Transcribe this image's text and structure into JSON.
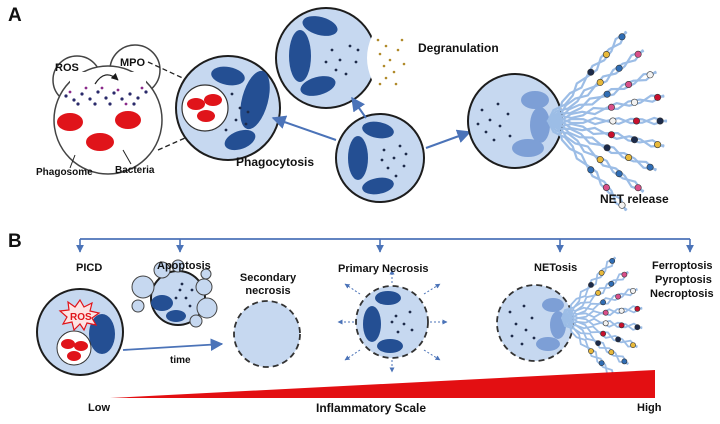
{
  "panels": {
    "a": "A",
    "b": "B"
  },
  "top": {
    "phagosome_inset": {
      "ros": "ROS",
      "mpo": "MPO",
      "phagosome": "Phagosome",
      "bacteria": "Bacteria"
    },
    "processes": {
      "phagocytosis": "Phagocytosis",
      "degranulation": "Degranulation",
      "net_release": "NET release"
    }
  },
  "bottom": {
    "cell_death_types": {
      "picd": "PICD",
      "apoptosis": "Apoptosis",
      "secondary_necrosis_line1": "Secondary",
      "secondary_necrosis_line2": "necrosis",
      "primary_necrosis": "Primary Necrosis",
      "netosis": "NETosis",
      "ferroptosis": "Ferroptosis",
      "pyroptosis": "Pyroptosis",
      "necroptosis": "Necroptosis"
    },
    "ros_burst": "ROS",
    "time": "time",
    "scale": {
      "low": "Low",
      "title": "Inflammatory Scale",
      "high": "High"
    }
  },
  "colors": {
    "cell_fill": "#c6d8f0",
    "nucleus": "#244f93",
    "arrow": "#4b73b8",
    "bacteria": "#e0141a",
    "dna": "#b9d1ef",
    "granule": "#1e2b4a",
    "scale": "#e30f12"
  }
}
